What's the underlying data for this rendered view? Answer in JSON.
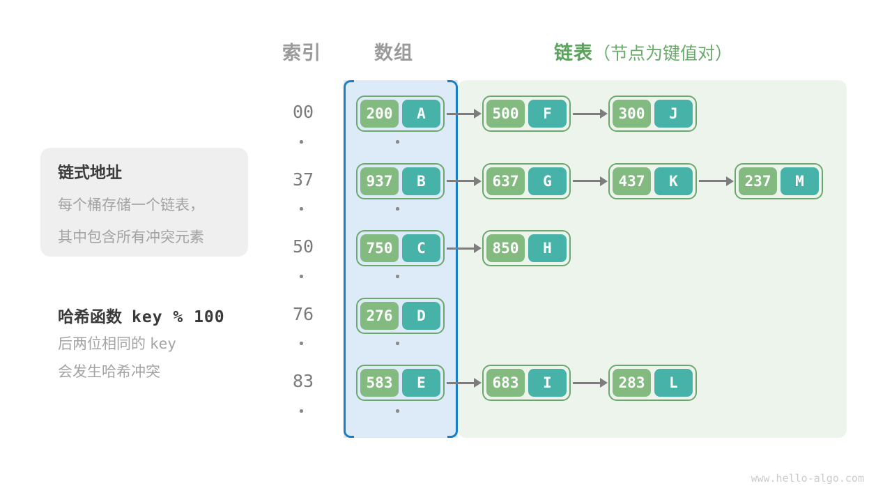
{
  "headers": {
    "index": "索引",
    "array": "数组",
    "list": "链表",
    "list_note": "（节点为键值对）"
  },
  "info_box": {
    "title": "链式地址",
    "line1": "每个桶存储一个链表，",
    "line2": "其中包含所有冲突元素"
  },
  "hash_note": {
    "title_zh": "哈希函数",
    "title_code": "key % 100",
    "line1_zh": "后两位相同的",
    "line1_code": "key",
    "line2": "会发生哈希冲突"
  },
  "colors": {
    "key_green": "#83ba80",
    "value_teal": "#47b2a8",
    "pair_border_green": "#6aa86d",
    "array_fill_blue": "#dcebf7",
    "array_bracket_blue": "#1b7ec3",
    "list_fill_green": "#edf4ec",
    "header_green": "#5ba25c",
    "arrow_gray": "#7d7d7d"
  },
  "rows": [
    {
      "index": "00",
      "nodes": [
        {
          "key": "200",
          "value": "A"
        },
        {
          "key": "500",
          "value": "F"
        },
        {
          "key": "300",
          "value": "J"
        }
      ]
    },
    {
      "index": "37",
      "nodes": [
        {
          "key": "937",
          "value": "B"
        },
        {
          "key": "637",
          "value": "G"
        },
        {
          "key": "437",
          "value": "K"
        },
        {
          "key": "237",
          "value": "M"
        }
      ]
    },
    {
      "index": "50",
      "nodes": [
        {
          "key": "750",
          "value": "C"
        },
        {
          "key": "850",
          "value": "H"
        }
      ]
    },
    {
      "index": "76",
      "nodes": [
        {
          "key": "276",
          "value": "D"
        }
      ]
    },
    {
      "index": "83",
      "nodes": [
        {
          "key": "583",
          "value": "E"
        },
        {
          "key": "683",
          "value": "I"
        },
        {
          "key": "283",
          "value": "L"
        }
      ]
    }
  ],
  "watermark": "www.hello-algo.com"
}
